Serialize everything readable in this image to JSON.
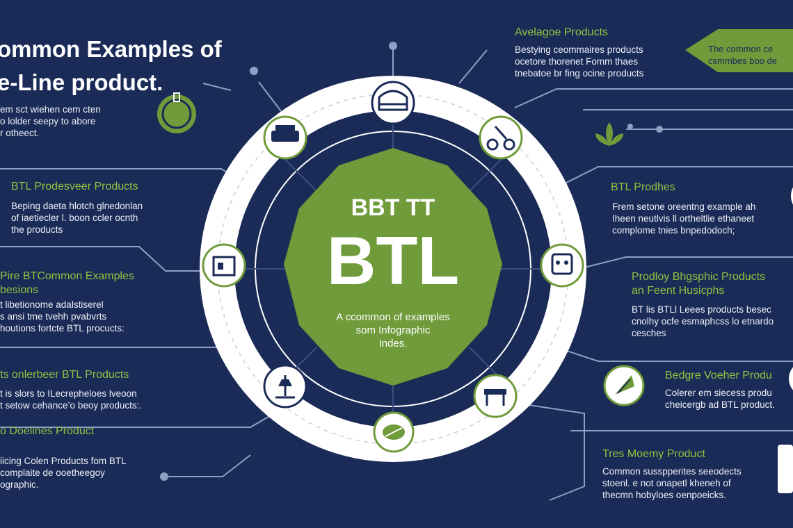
{
  "colors": {
    "background": "#1b2b57",
    "accent_green": "#6f9b3a",
    "ring_white": "#ffffff",
    "text_green": "#8cc63f"
  },
  "title": {
    "line1": "ommon Examples of",
    "line2": "e-Line product."
  },
  "intro_text": "em sct wiehen cem cten\no lolder seepy to abore\nr otheect.",
  "center": {
    "top_label": "BBT TT",
    "main_label": "BTL",
    "subtitle": "A ccommon of examples\nsom Infographic\nIndes."
  },
  "left_sections": [
    {
      "heading": "BTL Prodesveer Products",
      "body": "Beping daeta hlotch glnedonlan\nof iaetiecler l. boon ccler ocnth\nthe products"
    },
    {
      "heading": "Pire BTCommon Examples\nbesions",
      "body": "t libetionome adalstiserel\ns ansi tme tvehh pvabvrts\nhoutions fortcte BTL procucts:"
    },
    {
      "heading": "ts onlerbeer BTL Products",
      "body": "t is slors to ILecrepheloes lveoon\nt setow cehance’o beoy products:."
    },
    {
      "heading": "o Doelines Product",
      "body": "iicing Colen Products fom BTL\ncomplaite de ooetheegoy\nographic."
    }
  ],
  "right_sections": [
    {
      "heading": "Avelagoe Products",
      "body": "Bestying ceommaires products\nocetore thorenet Fomm thaes\ntnebatoe br fing ocine products"
    },
    {
      "heading": "BTL Prodhes",
      "body": "Frem setone oreentng example ah\nIheen neutlvis ll ortheltlie ethaneet\ncomplome tnies bnpedodoch;"
    },
    {
      "heading": "Prodloy Bhgsphic Products\nan Feent Husicphs",
      "body": "BT lis BTLl Leees products besec\ncnolhy ocfe esmaphcss lo etnardo\ncesches"
    },
    {
      "heading": "Bedgre Voeher Produ",
      "body": "Colerer em siecess produ\ncheicergb ad BTL product."
    },
    {
      "heading": "Tres Moemy Product",
      "body": "Common susspperites seeodects\nstoenl. e not onapetl kheneh of\nthecmn hobyloes oenpoeicks."
    }
  ],
  "banner_text": "The common ce\ncsmmbes boo de",
  "icons": [
    "helmet-icon",
    "bulb-icon",
    "car-icon",
    "tool-icon",
    "box-icon",
    "robot-icon",
    "chair-icon",
    "rowing-icon",
    "drone-icon",
    "leaf-icon",
    "bench-icon",
    "lamp-icon",
    "tree-icon",
    "plant-icon"
  ]
}
